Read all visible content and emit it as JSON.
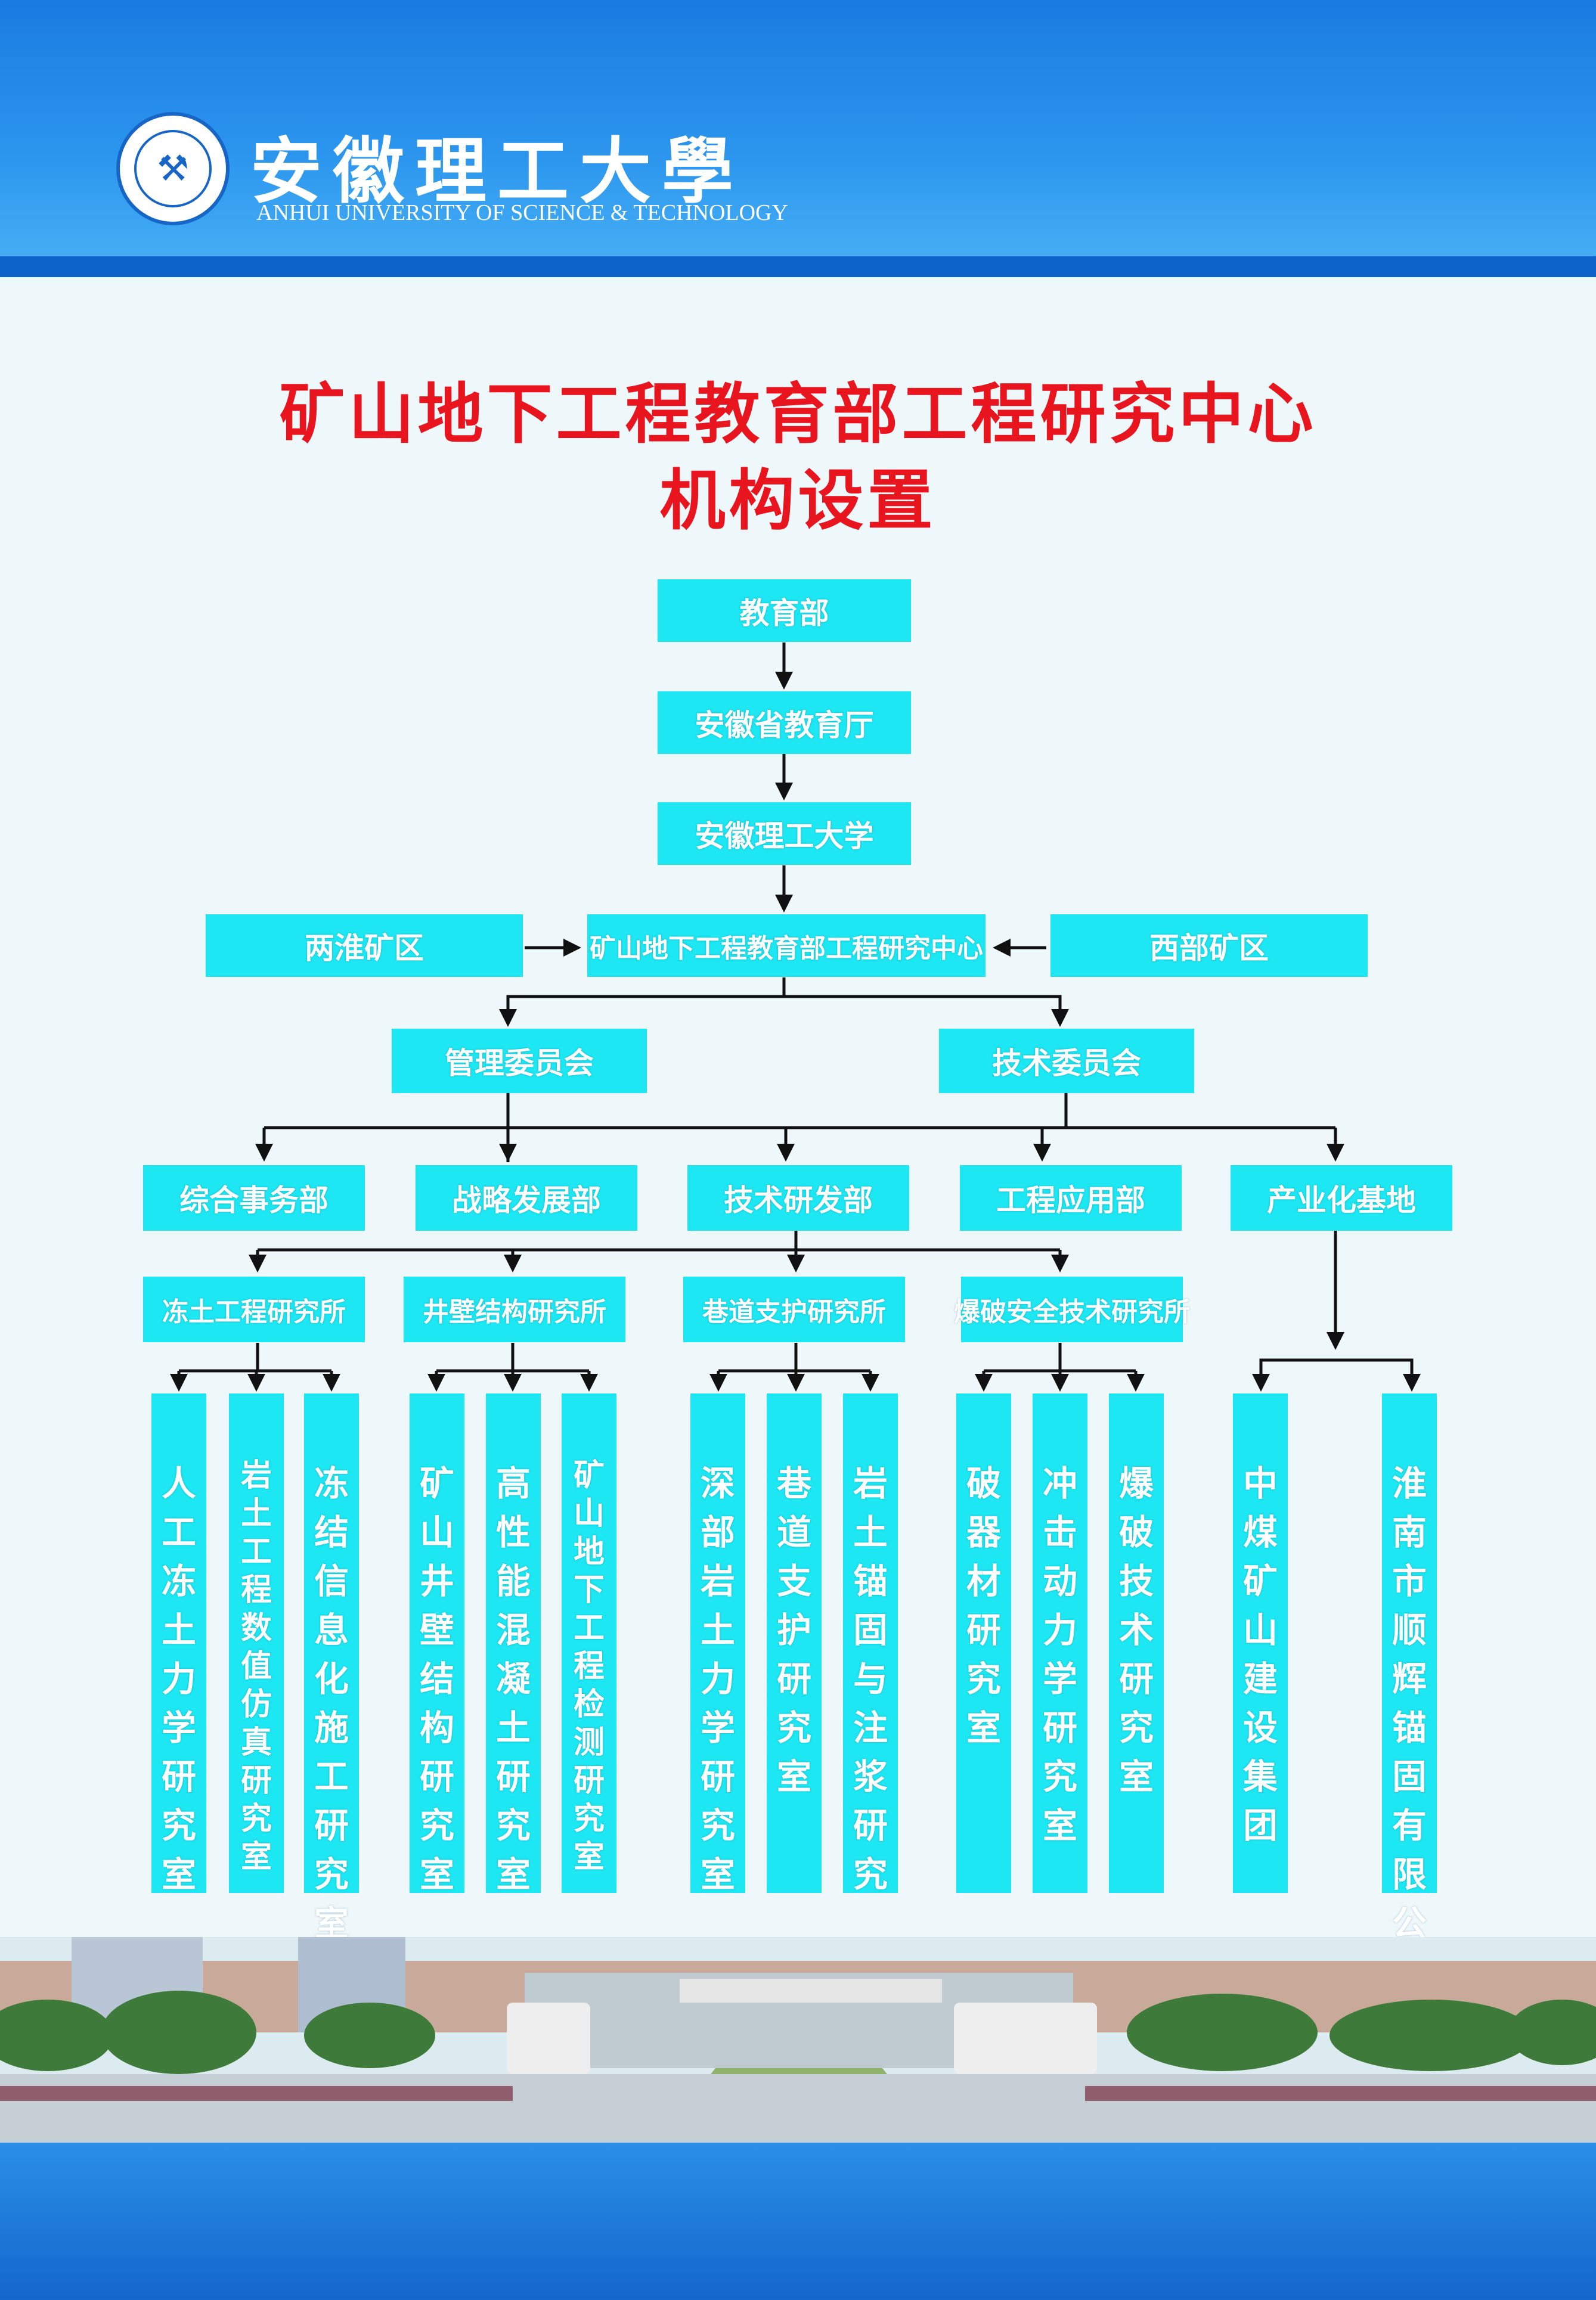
{
  "header": {
    "university_name_cn": "安徽理工大學",
    "university_name_en": "ANHUI UNIVERSITY OF SCIENCE & TECHNOLOGY",
    "logo": "university-seal"
  },
  "title": {
    "line1": "矿山地下工程教育部工程研究中心",
    "line2": "机构设置"
  },
  "org": {
    "moe": "教育部",
    "province_dept": "安徽省教育厅",
    "university": "安徽理工大学",
    "center": "矿山地下工程教育部工程研究中心",
    "left_partner": "两淮矿区",
    "right_partner": "西部矿区",
    "committees": [
      "管理委员会",
      "技术委员会"
    ],
    "departments": [
      "综合事务部",
      "战略发展部",
      "技术研发部",
      "工程应用部",
      "产业化基地"
    ],
    "institutes": [
      "冻土工程研究所",
      "井壁结构研究所",
      "巷道支护研究所",
      "爆破安全技术研究所"
    ],
    "labs": [
      "人工冻土力学研究室",
      "岩土工程数值仿真研究室",
      "冻结信息化施工研究室",
      "矿山井壁结构研究室",
      "高性能混凝土研究室",
      "矿山地下工程检测研究室",
      "深部岩土力学研究室",
      "巷道支护研究室",
      "岩土锚固与注浆研究",
      "破器材研究室",
      "冲击动力学研究室",
      "爆破技术研究室"
    ],
    "companies": [
      "中煤矿山建设集团",
      "淮南市顺辉锚固有限公司"
    ]
  },
  "colors": {
    "box_fill": "#1de7f2",
    "title_red": "#e8141e",
    "header_blue": "#1a7be0"
  }
}
